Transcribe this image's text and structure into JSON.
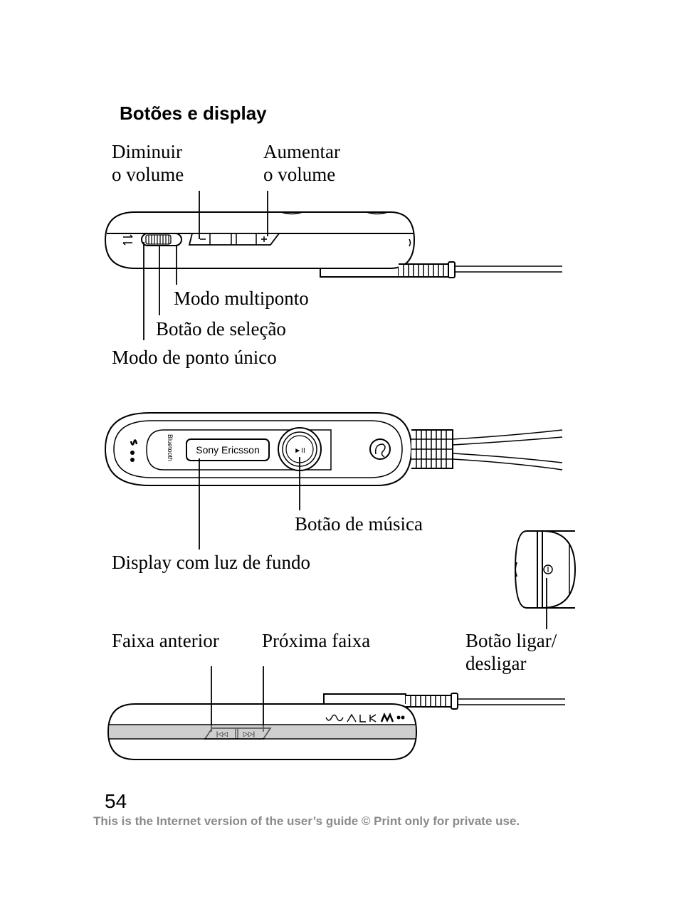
{
  "section": {
    "title": "Botões e display"
  },
  "labels": {
    "volume_down": [
      "Diminuir",
      "o volume"
    ],
    "volume_up": [
      "Aumentar",
      "o volume"
    ],
    "multipoint_mode": "Modo multiponto",
    "select_button": "Botão de seleção",
    "single_point_mode": "Modo de ponto único",
    "music_button": "Botão de música",
    "backlit_display": "Display com luz de fundo",
    "previous_track": "Faixa anterior",
    "next_track": "Próxima faixa",
    "power_button": [
      "Botão ligar/",
      "desligar"
    ]
  },
  "device": {
    "display_brand": "Sony Ericsson",
    "bluetooth_label": "Bluetooth",
    "walkman_label": "WALKMAN",
    "play_pause_glyph": "►II",
    "prev_glyph": "|◁◁",
    "next_glyph": "▷▷|"
  },
  "page": {
    "number": "54",
    "footer": "This is the Internet version of the user’s guide © Print only for private use."
  }
}
